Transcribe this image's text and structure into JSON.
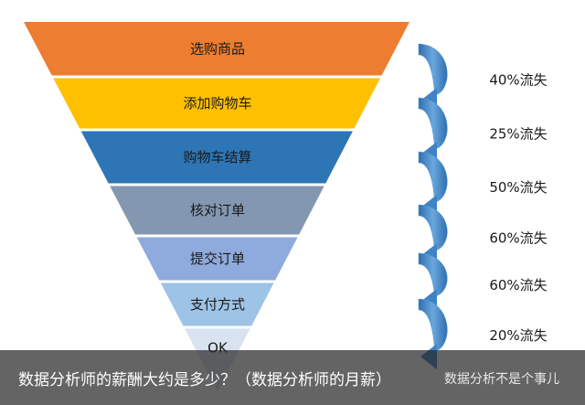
{
  "funnel": {
    "stages": [
      {
        "label": "选购商品",
        "color": "#ed7d31"
      },
      {
        "label": "添加购物车",
        "color": "#ffc000"
      },
      {
        "label": "购物车结算",
        "color": "#2e75b6"
      },
      {
        "label": "核对订单",
        "color": "#8497b0"
      },
      {
        "label": "提交订单",
        "color": "#8faadc"
      },
      {
        "label": "支付方式",
        "color": "#9dc3e6"
      },
      {
        "label": "OK",
        "color": "#d9e2f0"
      }
    ],
    "losses": [
      "40%流失",
      "25%流失",
      "50%流失",
      "60%流失",
      "60%流失",
      "20%流失"
    ],
    "arrow_color": "#5b9bd5"
  },
  "caption": {
    "title": "数据分析师的薪酬大约是多少？（数据分析师的月薪）",
    "watermark": "数据分析不是个事儿"
  }
}
